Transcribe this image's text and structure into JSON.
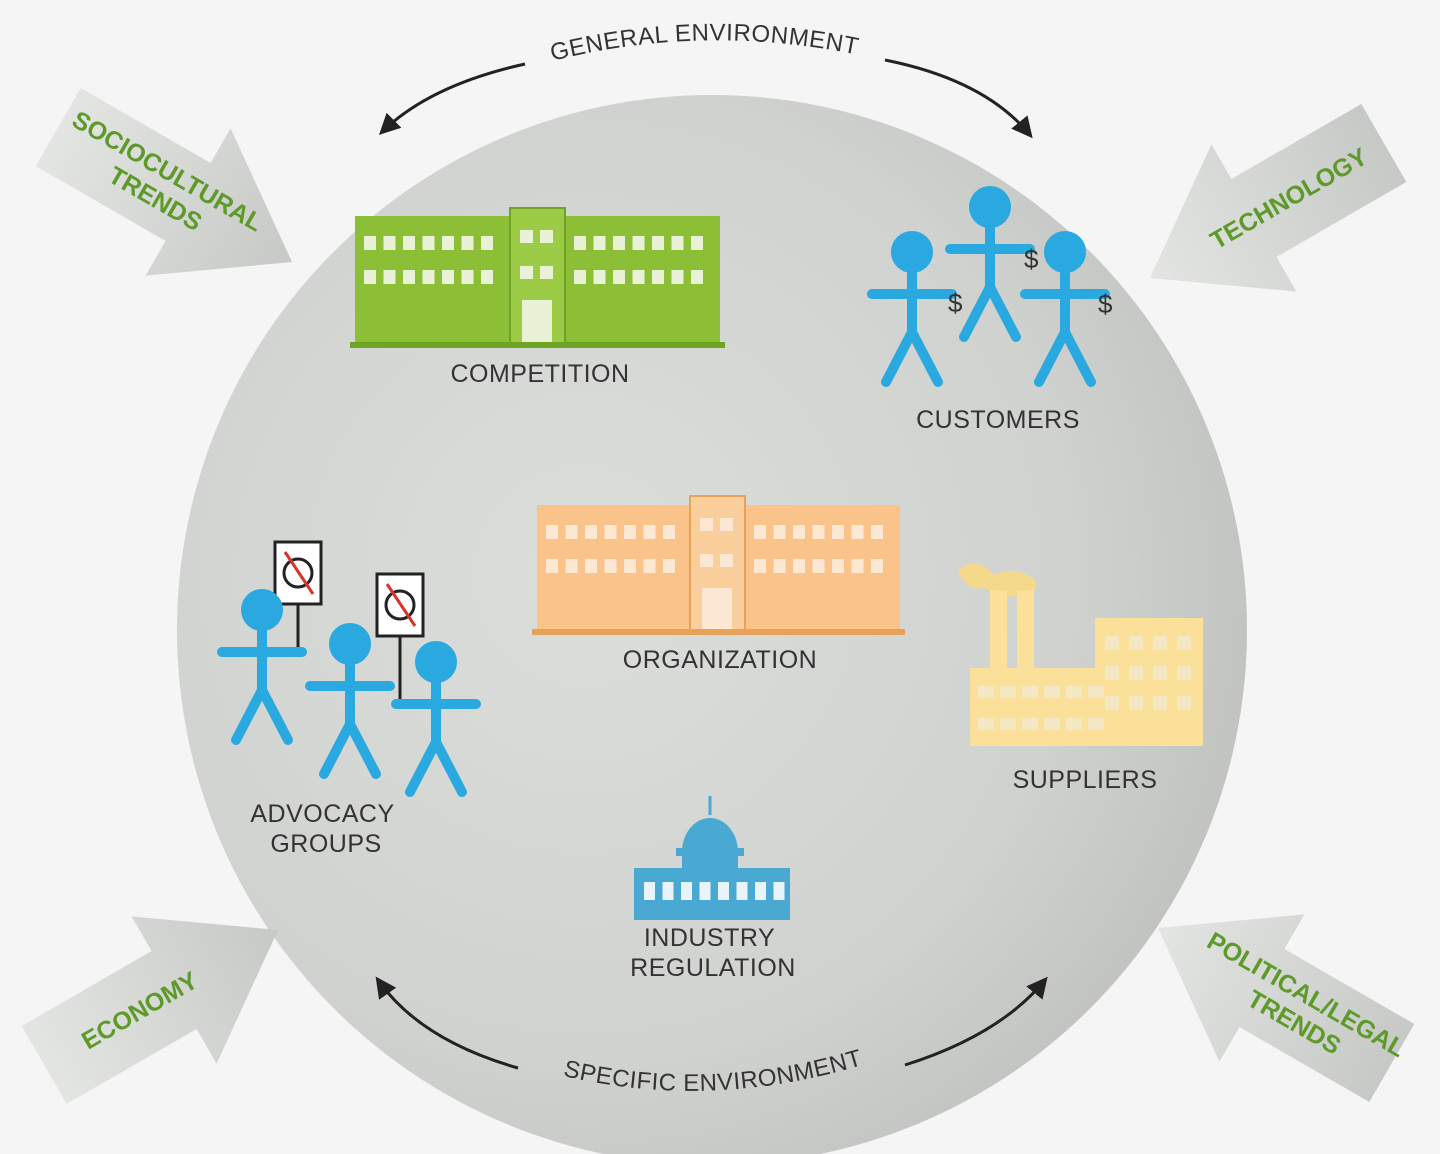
{
  "general_environment": "GENERAL ENVIRONMENT",
  "specific_environment": "SPECIFIC ENVIRONMENT",
  "forces": {
    "sociocultural": [
      "SOCIOCULTURAL",
      "TRENDS"
    ],
    "technology": "TECHNOLOGY",
    "economy": "ECONOMY",
    "political": [
      "POLITICAL/LEGAL",
      "TRENDS"
    ]
  },
  "components": {
    "competition": "COMPETITION",
    "customers": "CUSTOMERS",
    "organization": "ORGANIZATION",
    "advocacy": [
      "ADVOCACY",
      "GROUPS"
    ],
    "suppliers": "SUPPLIERS",
    "regulation": [
      "INDUSTRY",
      "REGULATION"
    ]
  },
  "symbols": {
    "dollar": "$"
  },
  "colors": {
    "circle": "#d3d5d2",
    "arrow": "#cfd1ce",
    "force_text": "#5d9a2a",
    "competition": "#8cbf35",
    "customers": "#2aa9e0",
    "organization": "#f9c389",
    "suppliers": "#fbe09a",
    "regulation": "#4aa9d3",
    "advocacy": "#2aa9e0"
  },
  "icons": [
    "competition-building-icon",
    "customers-people-icon",
    "organization-building-icon",
    "advocacy-protesters-icon",
    "suppliers-factory-icon",
    "capitol-icon"
  ]
}
